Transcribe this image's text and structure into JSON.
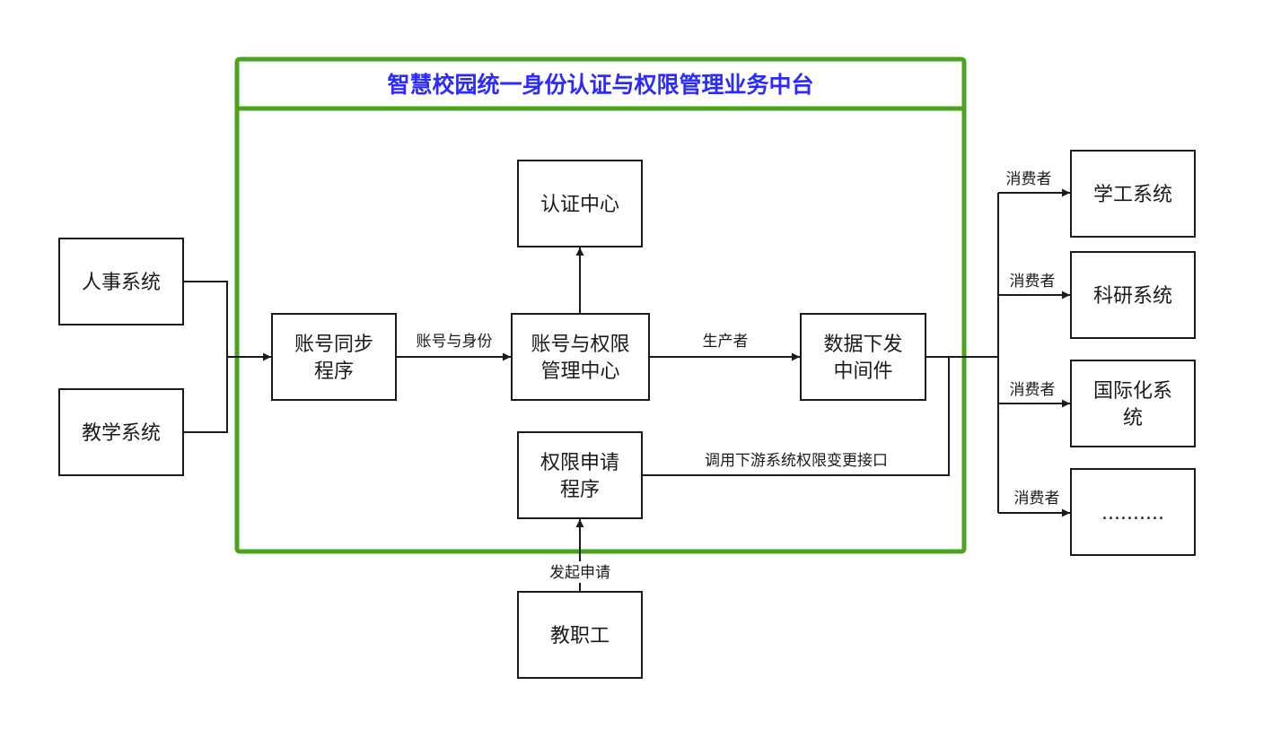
{
  "colors": {
    "platform_border": "#4ba31f",
    "title_text": "#2b2bff",
    "stroke": "#1a1a1a"
  },
  "platform": {
    "title": "智慧校园统一身份认证与权限管理业务中台"
  },
  "nodes": {
    "hr": {
      "lines": [
        "人事系统"
      ]
    },
    "teaching": {
      "lines": [
        "教学系统"
      ]
    },
    "sync": {
      "lines": [
        "账号同步",
        "程序"
      ]
    },
    "acct": {
      "lines": [
        "账号与权限",
        "管理中心"
      ]
    },
    "auth": {
      "lines": [
        "认证中心"
      ]
    },
    "mw": {
      "lines": [
        "数据下发",
        "中间件"
      ]
    },
    "apply": {
      "lines": [
        "权限申请",
        "程序"
      ]
    },
    "staff": {
      "lines": [
        "教职工"
      ]
    },
    "student": {
      "lines": [
        "学工系统"
      ]
    },
    "research": {
      "lines": [
        "科研系统"
      ]
    },
    "intl": {
      "lines": [
        "国际化系",
        "统"
      ]
    },
    "more": {
      "lines": [
        ".........."
      ]
    }
  },
  "edge_labels": {
    "sync_to_acct": "账号与身份",
    "acct_to_mw": "生产者",
    "apply_to_mw": "调用下游系统权限变更接口",
    "staff_to_apply": "发起申请",
    "consumer_1": "消费者",
    "consumer_2": "消费者",
    "consumer_3": "消费者",
    "consumer_4": "消费者"
  }
}
